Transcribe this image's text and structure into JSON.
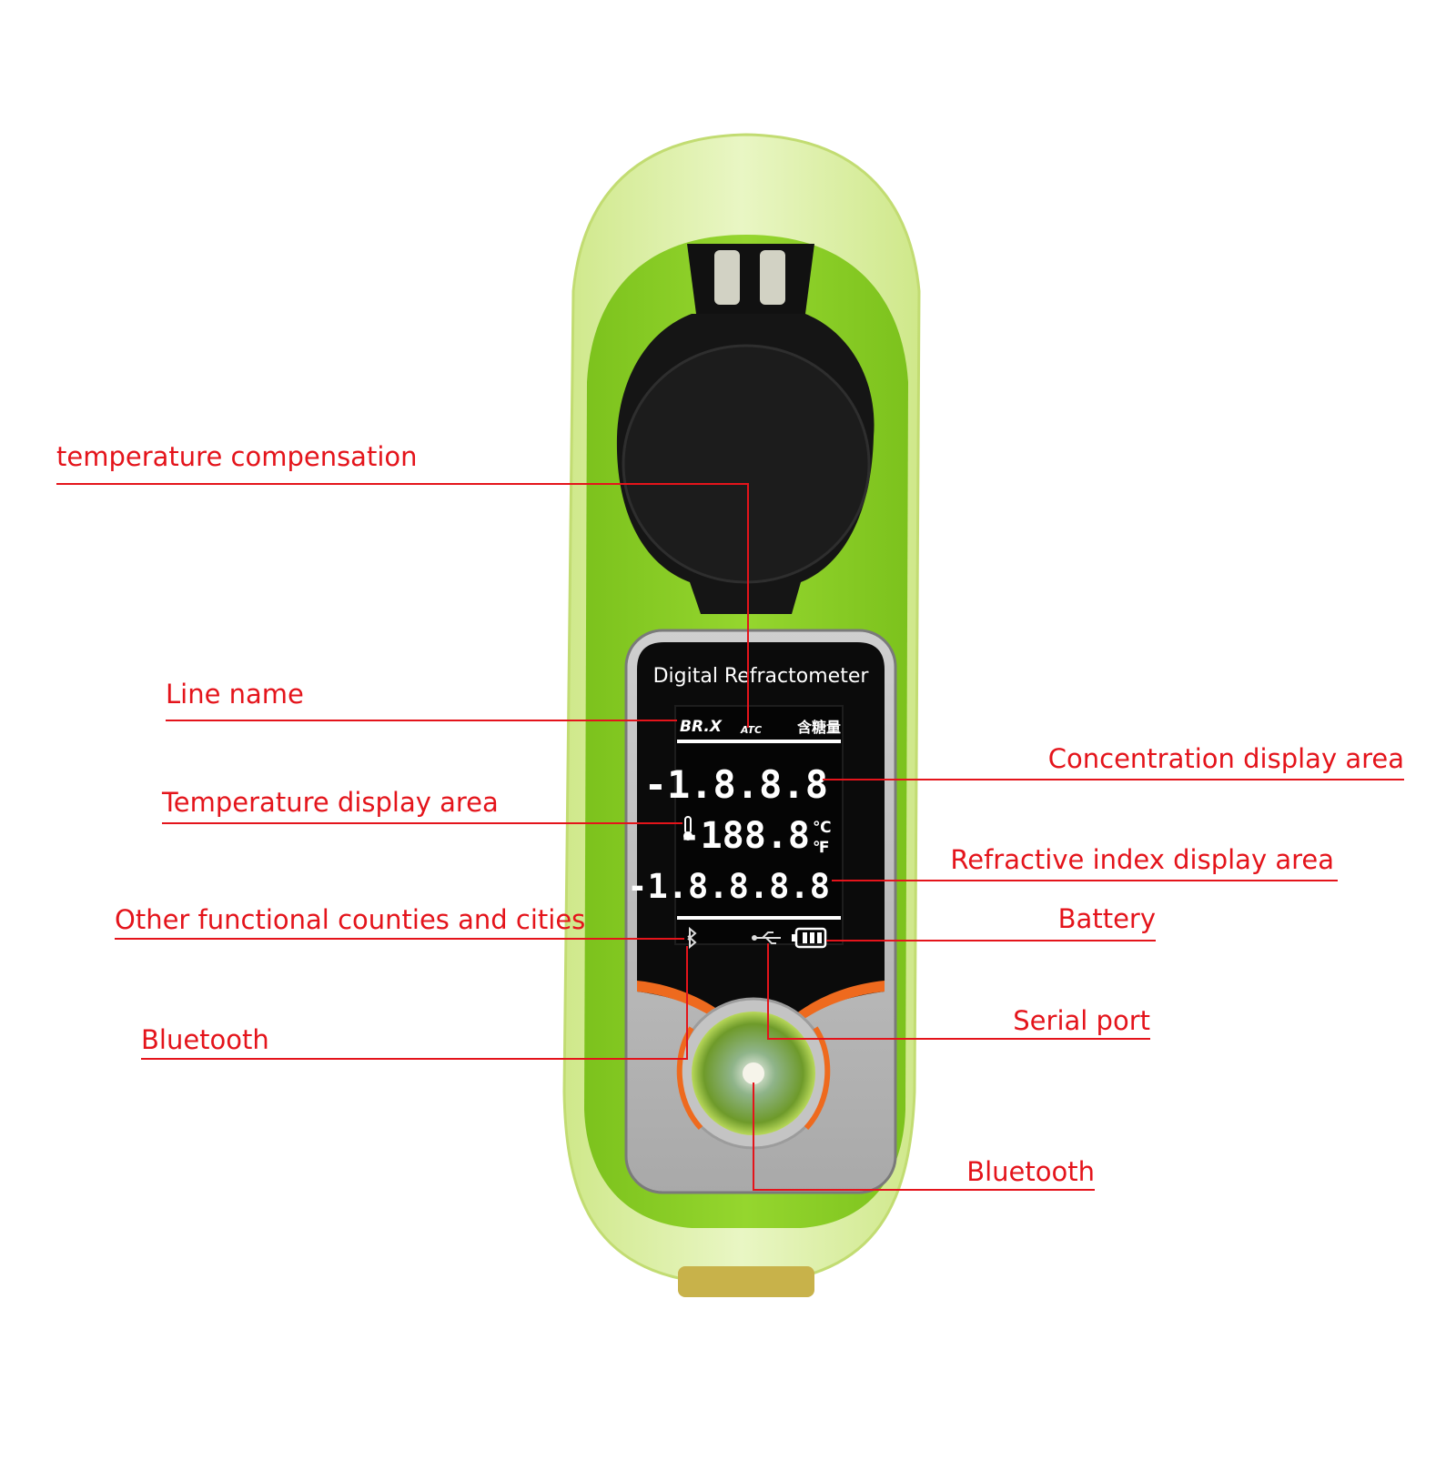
{
  "device": {
    "panel_title": "Digital Refractometer",
    "lcd": {
      "line_name": "BR.X",
      "atc": "ATC",
      "unit_label": "含糖量",
      "concentration": "-1.8.8.8",
      "temperature": "-188.8",
      "unit_c": "℃",
      "unit_f": "℉",
      "refractive_index": "-1.8.8.8.8"
    },
    "colors": {
      "body_green": "#8ccf28",
      "shell_clear": "#d9ee9e",
      "panel_gray": "#b9b9b9",
      "lcd_black": "#0a0a0a",
      "accent_orange": "#ee6a1e"
    },
    "icons": [
      "thermometer-icon",
      "bluetooth-icon",
      "usb-icon",
      "battery-icon"
    ]
  },
  "callouts": {
    "temperature_compensation": "temperature compensation",
    "line_name": "Line name",
    "temperature_display_area": "Temperature display area",
    "other_functional": "Other functional counties and cities",
    "bluetooth_left": "Bluetooth",
    "concentration_display_area": "Concentration display area",
    "refractive_index_display_area": "Refractive index display area",
    "battery": "Battery",
    "serial_port": "Serial port",
    "bluetooth_right": "Bluetooth"
  },
  "leader_color": "#e4141b"
}
